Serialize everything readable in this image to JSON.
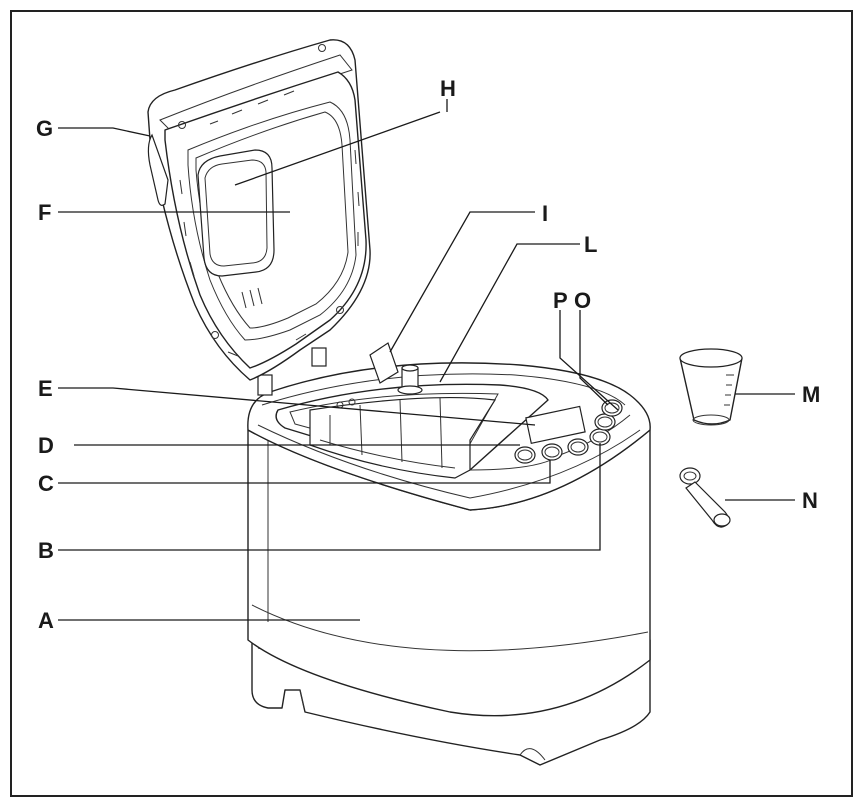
{
  "labels": {
    "A": "A",
    "B": "B",
    "C": "C",
    "D": "D",
    "E": "E",
    "F": "F",
    "G": "G",
    "H": "H",
    "I": "I",
    "L": "L",
    "M": "M",
    "N": "N",
    "O": "O",
    "P": "P"
  }
}
